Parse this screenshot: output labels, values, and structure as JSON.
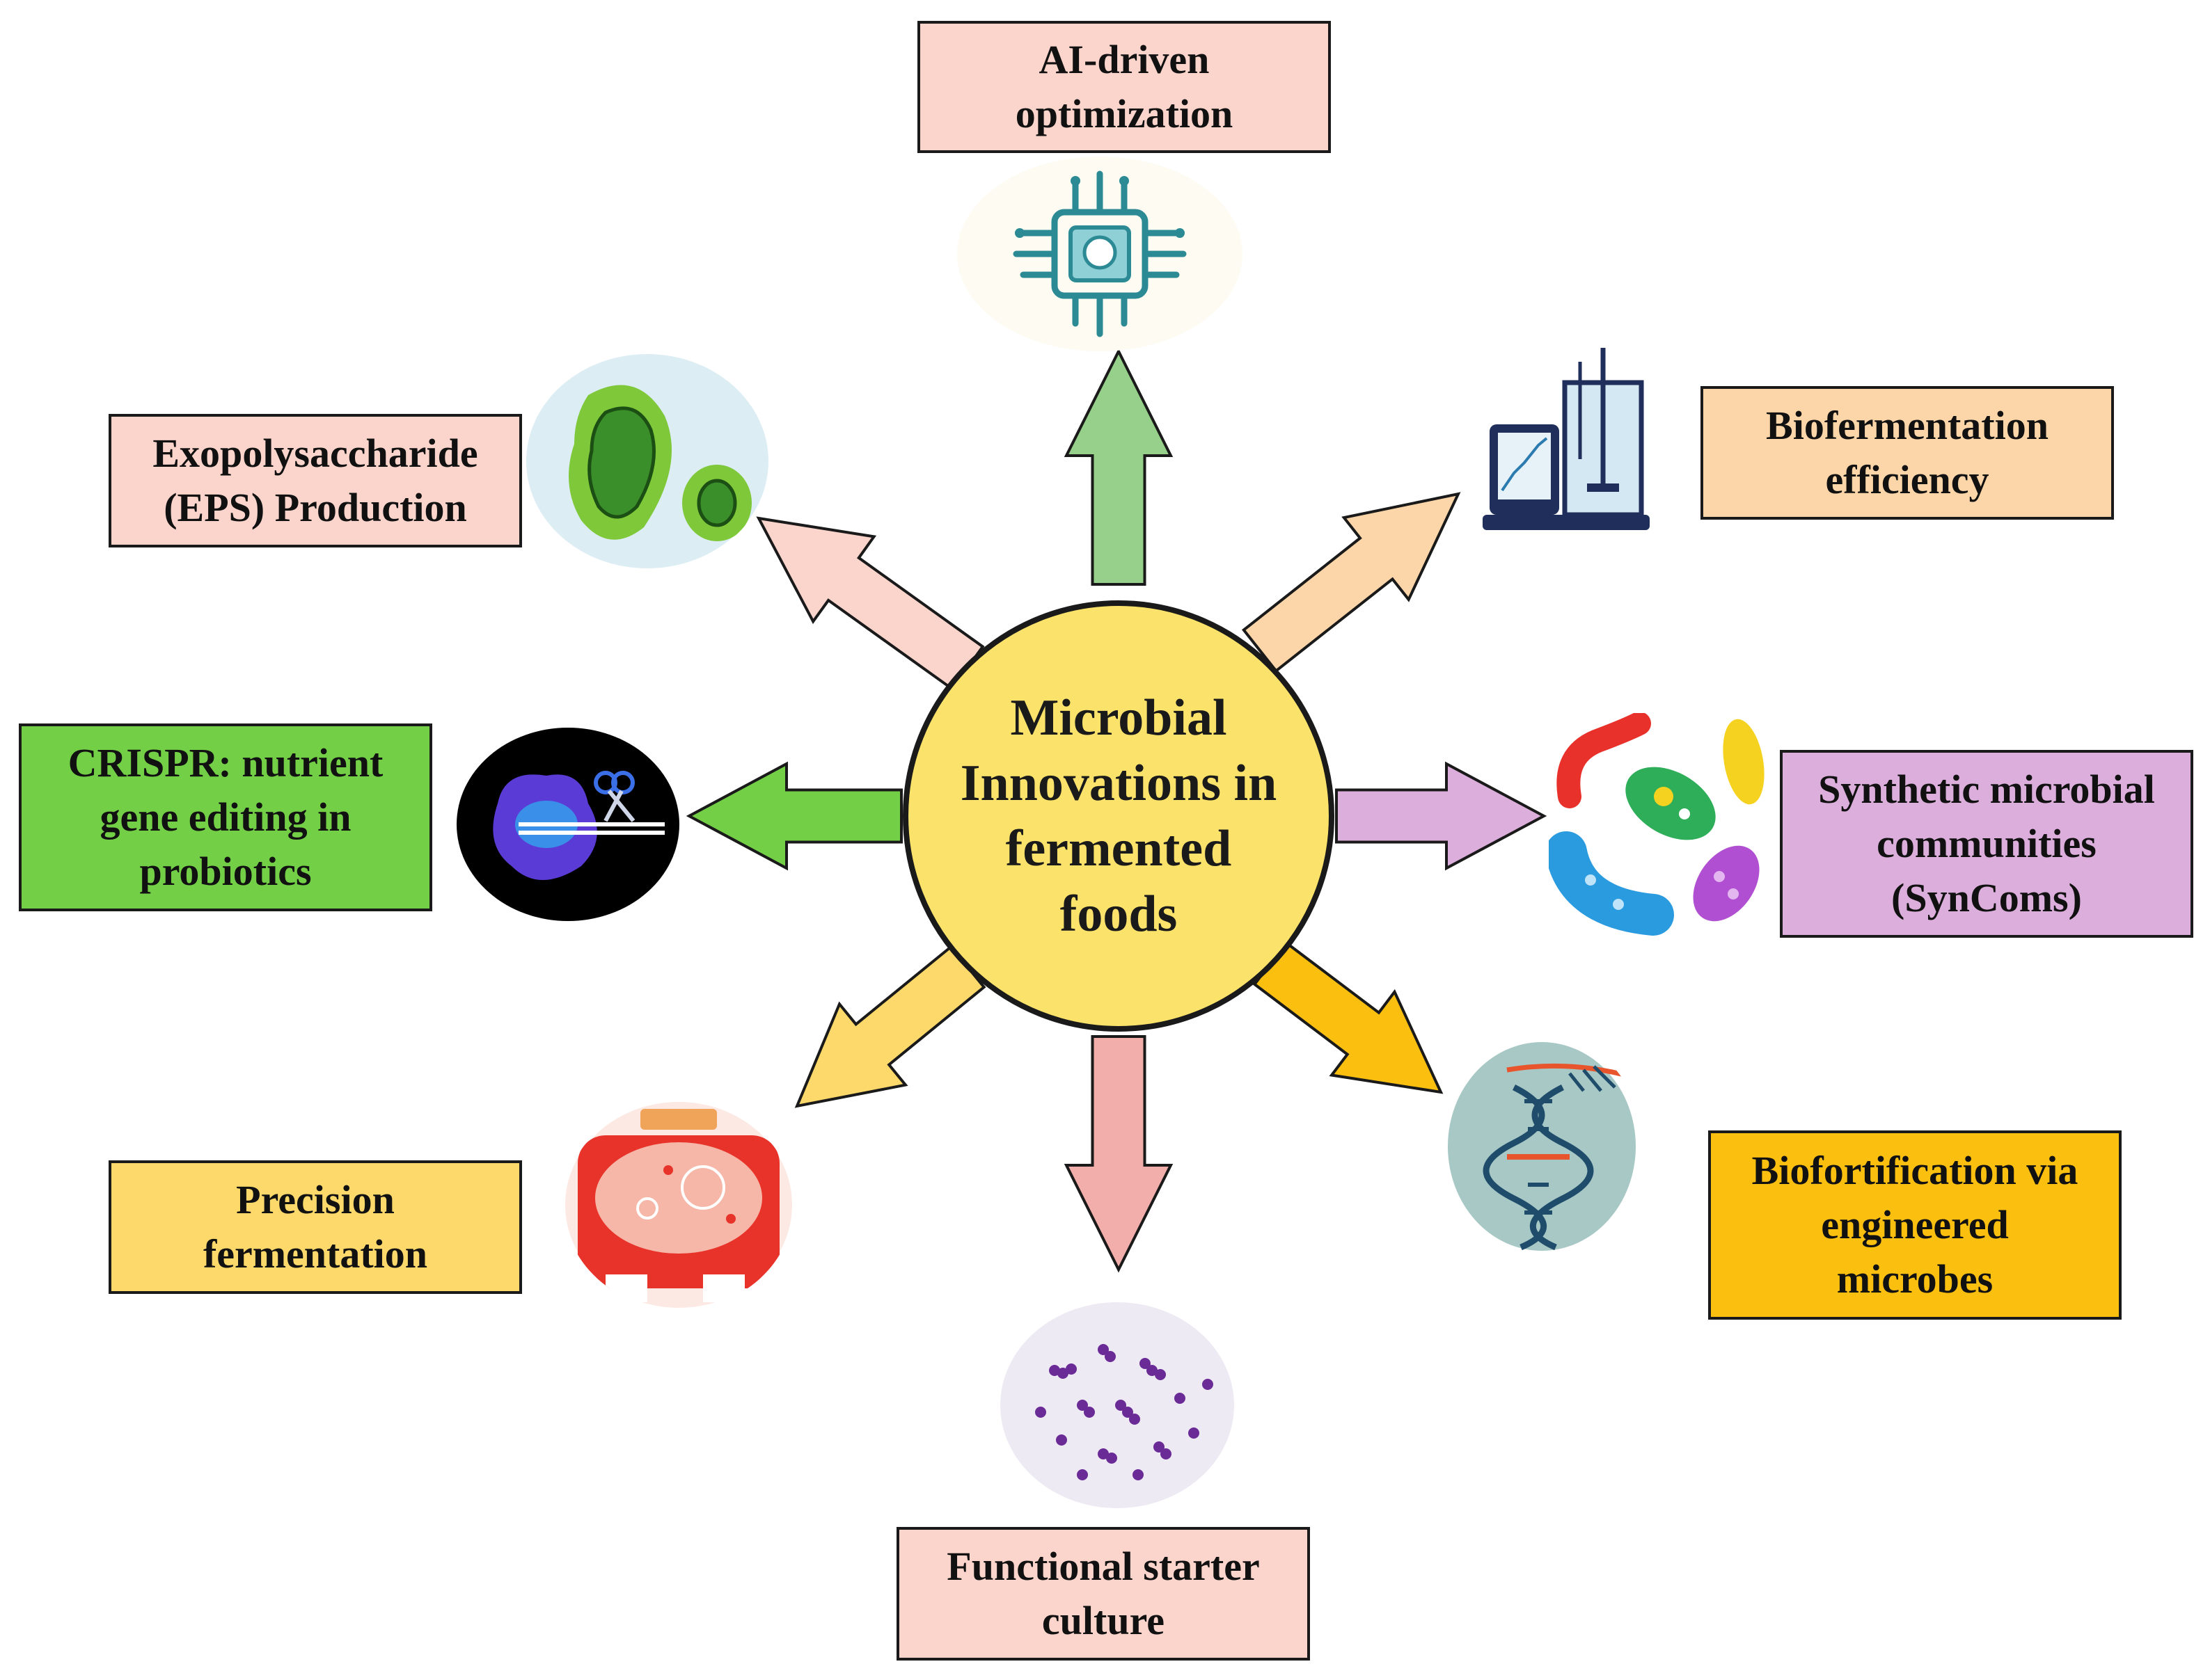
{
  "center": {
    "title": "Microbial\nInnovations in\nfermented\nfoods",
    "fill": "#fbe36b"
  },
  "nodes": [
    {
      "id": "ai",
      "label": "AI-driven\noptimization",
      "box_color": "#fbd5cc",
      "arrow_color": "#96d08a",
      "icon": "ai-chip-icon"
    },
    {
      "id": "biofermentation",
      "label": "Biofermentation\nefficiency",
      "box_color": "#fcd6a8",
      "arrow_color": "#fcd6a8",
      "icon": "bioreactor-icon"
    },
    {
      "id": "syncoms",
      "label": "Synthetic microbial\ncommunities\n(SynComs)",
      "box_color": "#dcaedb",
      "arrow_color": "#dcaedb",
      "icon": "microbes-icon"
    },
    {
      "id": "biofortification",
      "label": "Biofortification via\nengineered\nmicrobes",
      "box_color": "#fbbf10",
      "arrow_color": "#fbbf10",
      "icon": "dna-icon"
    },
    {
      "id": "starter",
      "label": "Functional starter\nculture",
      "box_color": "#fbd5cc",
      "arrow_color": "#f2aeaa",
      "icon": "bacteria-micrograph-icon"
    },
    {
      "id": "precision",
      "label": "Precision\nfermentation",
      "box_color": "#fcd96a",
      "arrow_color": "#fcd96a",
      "icon": "petri-dish-icon"
    },
    {
      "id": "crispr",
      "label": "CRISPR: nutrient\ngene editing in\nprobiotics",
      "box_color": "#72cf46",
      "arrow_color": "#72cf46",
      "icon": "crispr-scissors-icon"
    },
    {
      "id": "eps",
      "label": "Exopolysaccharide\n(EPS) Production",
      "box_color": "#fbd5cc",
      "arrow_color": "#fbd5cc",
      "icon": "eps-bacteria-icon"
    }
  ]
}
